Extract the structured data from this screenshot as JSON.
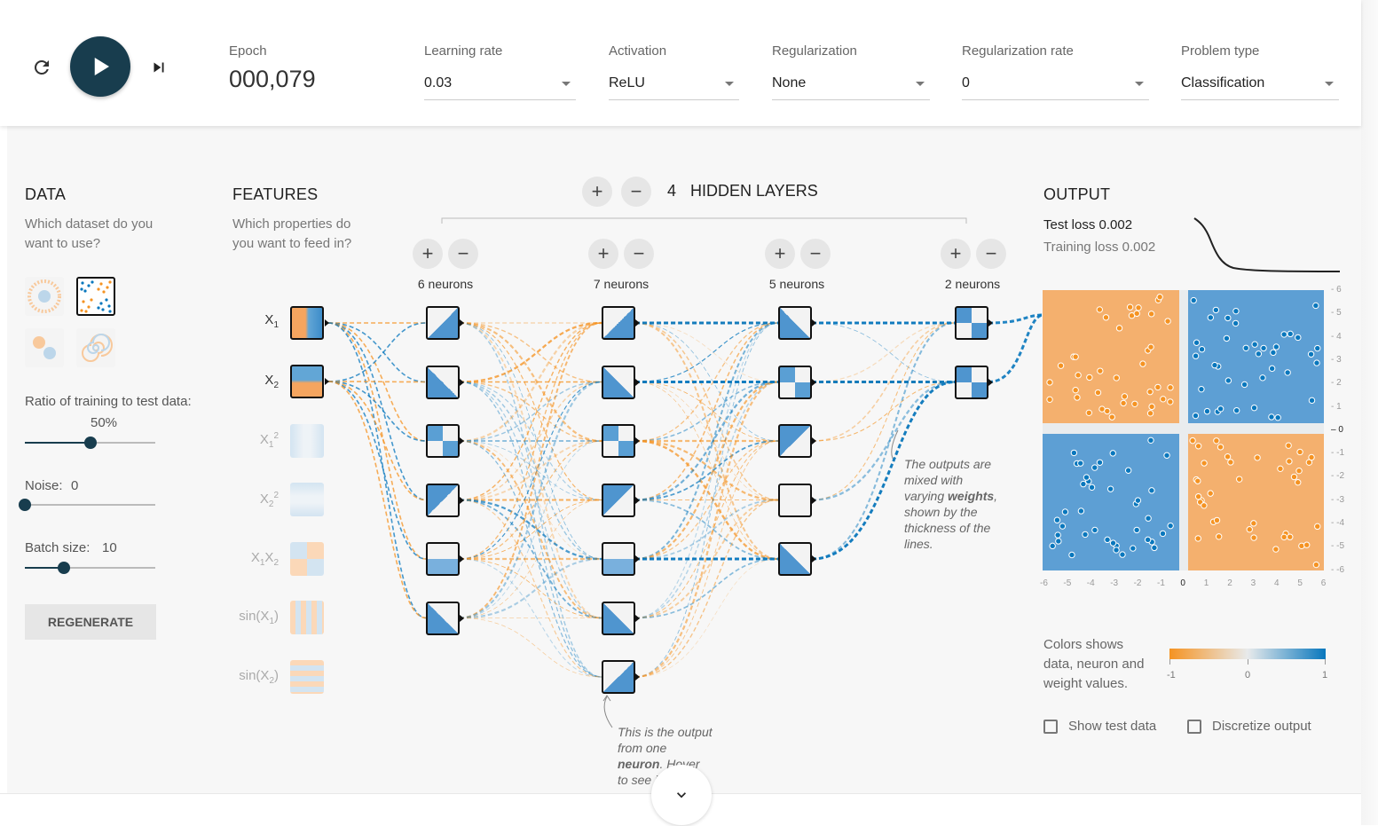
{
  "controls": {
    "epoch_label": "Epoch",
    "epoch_value": "000,079",
    "learning_rate": {
      "label": "Learning rate",
      "value": "0.03"
    },
    "activation": {
      "label": "Activation",
      "value": "ReLU"
    },
    "regularization": {
      "label": "Regularization",
      "value": "None"
    },
    "regularization_rate": {
      "label": "Regularization rate",
      "value": "0"
    },
    "problem_type": {
      "label": "Problem type",
      "value": "Classification"
    }
  },
  "data": {
    "title": "DATA",
    "subtitle": "Which dataset do you want to use?",
    "ratio_label": "Ratio of training to test data:",
    "ratio_value": "50%",
    "ratio_fraction": 0.5,
    "noise_label": "Noise:",
    "noise_value": "0",
    "noise_fraction": 0,
    "batch_label": "Batch size:",
    "batch_value": "10",
    "batch_fraction": 0.3,
    "regenerate": "REGENERATE"
  },
  "features": {
    "title": "FEATURES",
    "subtitle": "Which properties do you want to feed in?",
    "items": [
      {
        "name": "X",
        "sub": "1",
        "sup": ""
      },
      {
        "name": "X",
        "sub": "2",
        "sup": ""
      },
      {
        "name": "X",
        "sub": "1",
        "sup": "2"
      },
      {
        "name": "X",
        "sub": "2",
        "sup": "2"
      },
      {
        "name": "X1X2",
        "sub": "",
        "sup": ""
      },
      {
        "name": "sin(X",
        "sub": "1",
        "sup": ")"
      },
      {
        "name": "sin(X",
        "sub": "2",
        "sup": ")"
      }
    ]
  },
  "network": {
    "hidden_count": "4",
    "hidden_label": "HIDDEN LAYERS",
    "layers": [
      {
        "label": "6 neurons",
        "count": 6
      },
      {
        "label": "7 neurons",
        "count": 7
      },
      {
        "label": "5 neurons",
        "count": 5
      },
      {
        "label": "2 neurons",
        "count": 2
      }
    ],
    "note_weights": [
      "The outputs are",
      "mixed with",
      "varying weights,",
      "shown by the",
      "thickness of the",
      "lines."
    ],
    "note_neuron": [
      "This is the output",
      "from one",
      "neuron. Hover",
      "to see it larger."
    ]
  },
  "output": {
    "title": "OUTPUT",
    "test_loss": "Test loss 0.002",
    "training_loss": "Training loss 0.002",
    "x_ticks": [
      "-6",
      "-5",
      "-4",
      "-3",
      "-2",
      "-1",
      "0",
      "1",
      "2",
      "3",
      "4",
      "5",
      "6"
    ],
    "y_ticks": [
      "6",
      "5",
      "4",
      "3",
      "2",
      "1",
      "0",
      "-1",
      "-2",
      "-3",
      "-4",
      "-5",
      "-6"
    ],
    "legend_text": [
      "Colors shows",
      "data, neuron and",
      "weight values."
    ],
    "legend_min": "-1",
    "legend_mid": "0",
    "legend_max": "1",
    "show_test_data": "Show test data",
    "discretize_output": "Discretize output"
  },
  "colors": {
    "orange": "#f59322",
    "blue": "#0877bd",
    "dark": "#183d4e"
  }
}
